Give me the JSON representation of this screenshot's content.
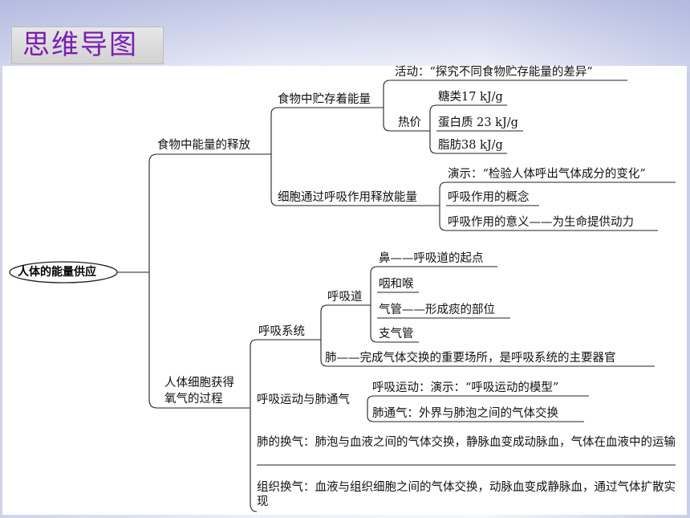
{
  "title": "思维导图",
  "root": "人体的能量供应",
  "branches": {
    "food_release": {
      "label": "食物中能量的释放",
      "stored": {
        "label": "食物中贮存着能量",
        "activity": "活动：“探究不同食物贮存能量的差异”",
        "calorific": {
          "label": "热价",
          "items": [
            "糖类17 kJ/g",
            "蛋白质 23 kJ/g",
            "脂肪38 kJ/g"
          ]
        }
      },
      "respiration": {
        "label": "细胞通过呼吸作用释放能量",
        "items": [
          "演示：“检验人体呼出气体成分的变化”",
          "呼吸作用的概念",
          "呼吸作用的意义——为生命提供动力"
        ]
      }
    },
    "oxygen": {
      "label_line1": "人体细胞获得",
      "label_line2": "氧气的过程",
      "system": {
        "label": "呼吸系统",
        "tract": {
          "label": "呼吸道",
          "items": [
            "鼻——呼吸道的起点",
            "咽和喉",
            "气管——形成痰的部位",
            "支气管"
          ]
        },
        "lung": "肺——完成气体交换的重要场所，是呼吸系统的主要器官"
      },
      "movement": {
        "label": "呼吸运动与肺通气",
        "items": [
          "呼吸运动：演示：“呼吸运动的模型”",
          "肺通气：外界与肺泡之间的气体交换"
        ]
      },
      "lung_exchange": "肺的换气：肺泡与血液之间的气体交换，静脉血变成动脉血，气体在血液中的运输",
      "tissue_exchange": "组织换气：血液与组织细胞之间的气体交换，动脉血变成静脉血，通过气体扩散实现"
    }
  }
}
